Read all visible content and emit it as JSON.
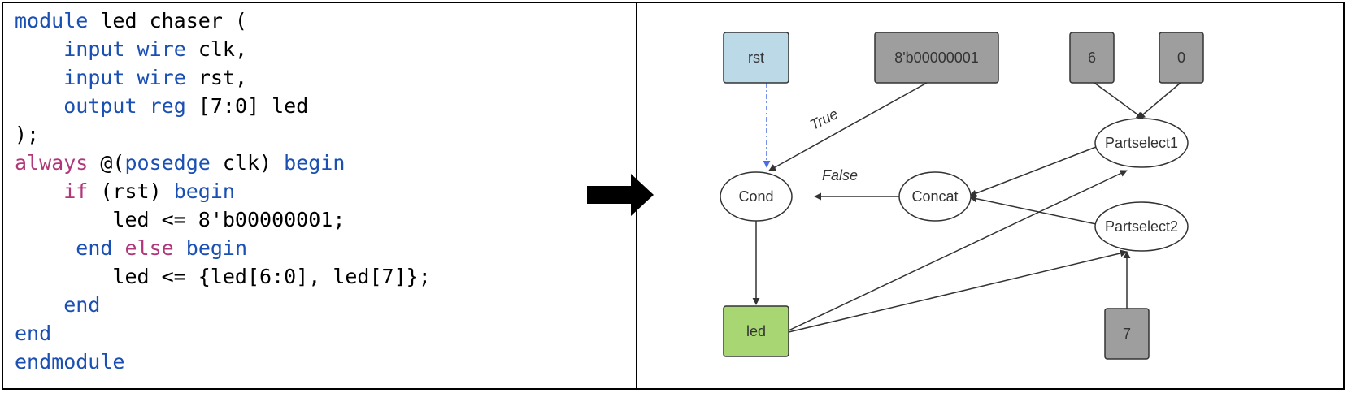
{
  "code": {
    "lines": [
      [
        {
          "t": "module",
          "c": "kw"
        },
        {
          "t": " led_chaser (",
          "c": "plain"
        }
      ],
      [
        {
          "t": "    ",
          "c": "plain"
        },
        {
          "t": "input",
          "c": "kw"
        },
        {
          "t": " ",
          "c": "plain"
        },
        {
          "t": "wire",
          "c": "kw"
        },
        {
          "t": " clk,",
          "c": "plain"
        }
      ],
      [
        {
          "t": "    ",
          "c": "plain"
        },
        {
          "t": "input",
          "c": "kw"
        },
        {
          "t": " ",
          "c": "plain"
        },
        {
          "t": "wire",
          "c": "kw"
        },
        {
          "t": " rst,",
          "c": "plain"
        }
      ],
      [
        {
          "t": "    ",
          "c": "plain"
        },
        {
          "t": "output",
          "c": "kw"
        },
        {
          "t": " ",
          "c": "plain"
        },
        {
          "t": "reg",
          "c": "kw"
        },
        {
          "t": " [7:0] led",
          "c": "plain"
        }
      ],
      [
        {
          "t": ");",
          "c": "plain"
        }
      ],
      [
        {
          "t": "always",
          "c": "kw2"
        },
        {
          "t": " @(",
          "c": "plain"
        },
        {
          "t": "posedge",
          "c": "kw"
        },
        {
          "t": " clk) ",
          "c": "plain"
        },
        {
          "t": "begin",
          "c": "kw"
        }
      ],
      [
        {
          "t": "    ",
          "c": "plain"
        },
        {
          "t": "if",
          "c": "kw2"
        },
        {
          "t": " (rst) ",
          "c": "plain"
        },
        {
          "t": "begin",
          "c": "kw"
        }
      ],
      [
        {
          "t": "        led <= 8'b00000001;",
          "c": "plain"
        }
      ],
      [
        {
          "t": "     ",
          "c": "plain"
        },
        {
          "t": "end",
          "c": "kw"
        },
        {
          "t": " ",
          "c": "plain"
        },
        {
          "t": "else",
          "c": "kw2"
        },
        {
          "t": " ",
          "c": "plain"
        },
        {
          "t": "begin",
          "c": "kw"
        }
      ],
      [
        {
          "t": "        led <= {led[6:0], led[7]};",
          "c": "plain"
        }
      ],
      [
        {
          "t": "    ",
          "c": "plain"
        },
        {
          "t": "end",
          "c": "kw"
        }
      ],
      [
        {
          "t": "end",
          "c": "kw"
        }
      ],
      [
        {
          "t": "endmodule",
          "c": "kw"
        }
      ]
    ]
  },
  "colors": {
    "keyword_blue": "#1a4fb3",
    "keyword_magenta": "#b0387a",
    "input_node": "#bcd9e8",
    "const_node": "#9e9e9e",
    "output_node": "#a8d672",
    "reset_edge": "#4a6fe3"
  },
  "graph": {
    "nodes": {
      "rst": "rst",
      "const8": "8'b00000001",
      "six": "6",
      "zero": "0",
      "partselect1": "Partselect1",
      "cond": "Cond",
      "concat": "Concat",
      "partselect2": "Partselect2",
      "led": "led",
      "seven": "7"
    },
    "edge_labels": {
      "true_label": "True",
      "false_label": "False"
    }
  }
}
